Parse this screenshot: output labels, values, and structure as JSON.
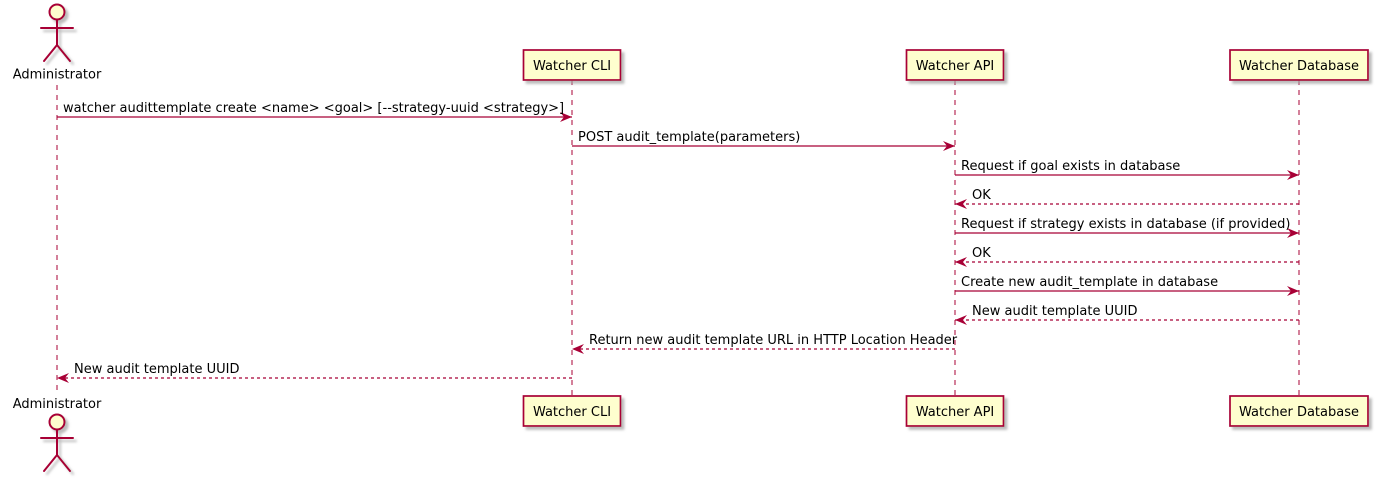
{
  "diagram": {
    "type": "sequence",
    "colors": {
      "background": "#ffffff",
      "participant_fill": "#fefece",
      "participant_border": "#a80036",
      "arrow": "#a80036",
      "lifeline": "#a80036",
      "text": "#000000",
      "shadow": "#a0a0a0"
    },
    "actor": {
      "name": "Administrator"
    },
    "participants": [
      {
        "name": "Watcher CLI"
      },
      {
        "name": "Watcher API"
      },
      {
        "name": "Watcher Database"
      }
    ],
    "messages": [
      {
        "from": "Administrator",
        "to": "Watcher CLI",
        "text": "watcher audittemplate create <name> <goal> [--strategy-uuid <strategy>]",
        "line": "solid"
      },
      {
        "from": "Watcher CLI",
        "to": "Watcher API",
        "text": "POST audit_template(parameters)",
        "line": "solid"
      },
      {
        "from": "Watcher API",
        "to": "Watcher Database",
        "text": "Request if goal exists in database",
        "line": "solid"
      },
      {
        "from": "Watcher Database",
        "to": "Watcher API",
        "text": "OK",
        "line": "dashed"
      },
      {
        "from": "Watcher API",
        "to": "Watcher Database",
        "text": "Request if strategy exists in database (if provided)",
        "line": "solid"
      },
      {
        "from": "Watcher Database",
        "to": "Watcher API",
        "text": "OK",
        "line": "dashed"
      },
      {
        "from": "Watcher API",
        "to": "Watcher Database",
        "text": "Create new audit_template in database",
        "line": "solid"
      },
      {
        "from": "Watcher Database",
        "to": "Watcher API",
        "text": "New audit template UUID",
        "line": "dashed"
      },
      {
        "from": "Watcher API",
        "to": "Watcher CLI",
        "text": "Return new audit template URL in HTTP Location Header",
        "line": "dashed"
      },
      {
        "from": "Watcher CLI",
        "to": "Administrator",
        "text": "New audit template UUID",
        "line": "dashed"
      }
    ]
  }
}
